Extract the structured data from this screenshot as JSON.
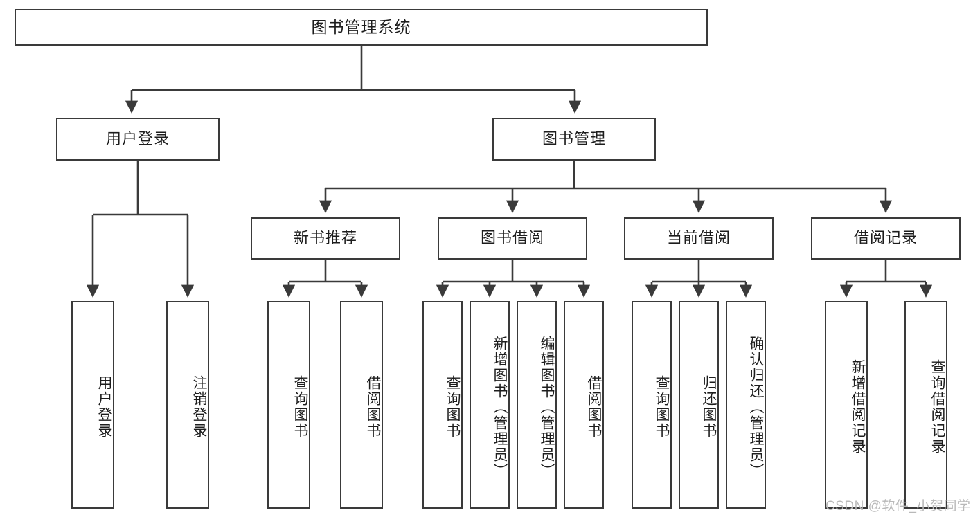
{
  "diagram": {
    "title": "图书管理系统",
    "type": "tree",
    "watermark": "CSDN @软件_小贺同学",
    "colors": {
      "box_border": "#3a3a3a",
      "box_fill": "#ffffff",
      "line": "#3a3a3a",
      "text": "#1d1d1d",
      "watermark": "#b9b9b9",
      "background": "#ffffff"
    },
    "root": {
      "label": "图书管理系统"
    },
    "level2": [
      {
        "label": "用户登录"
      },
      {
        "label": "图书管理"
      }
    ],
    "level3": [
      {
        "label": "新书推荐"
      },
      {
        "label": "图书借阅"
      },
      {
        "label": "当前借阅"
      },
      {
        "label": "借阅记录"
      }
    ],
    "leaves": {
      "user_login": [
        {
          "label": "用户登录"
        },
        {
          "label": "注销登录"
        }
      ],
      "new_book_recommend": [
        {
          "label": "查询图书"
        },
        {
          "label": "借阅图书"
        }
      ],
      "book_borrow": [
        {
          "label": "查询图书"
        },
        {
          "label": "新增图书（管理员）"
        },
        {
          "label": "编辑图书（管理员）"
        },
        {
          "label": "借阅图书"
        }
      ],
      "current_borrow": [
        {
          "label": "查询图书"
        },
        {
          "label": "归还图书"
        },
        {
          "label": "确认归还（管理员）"
        }
      ],
      "borrow_records": [
        {
          "label": "新增借阅记录"
        },
        {
          "label": "查询借阅记录"
        }
      ]
    }
  }
}
